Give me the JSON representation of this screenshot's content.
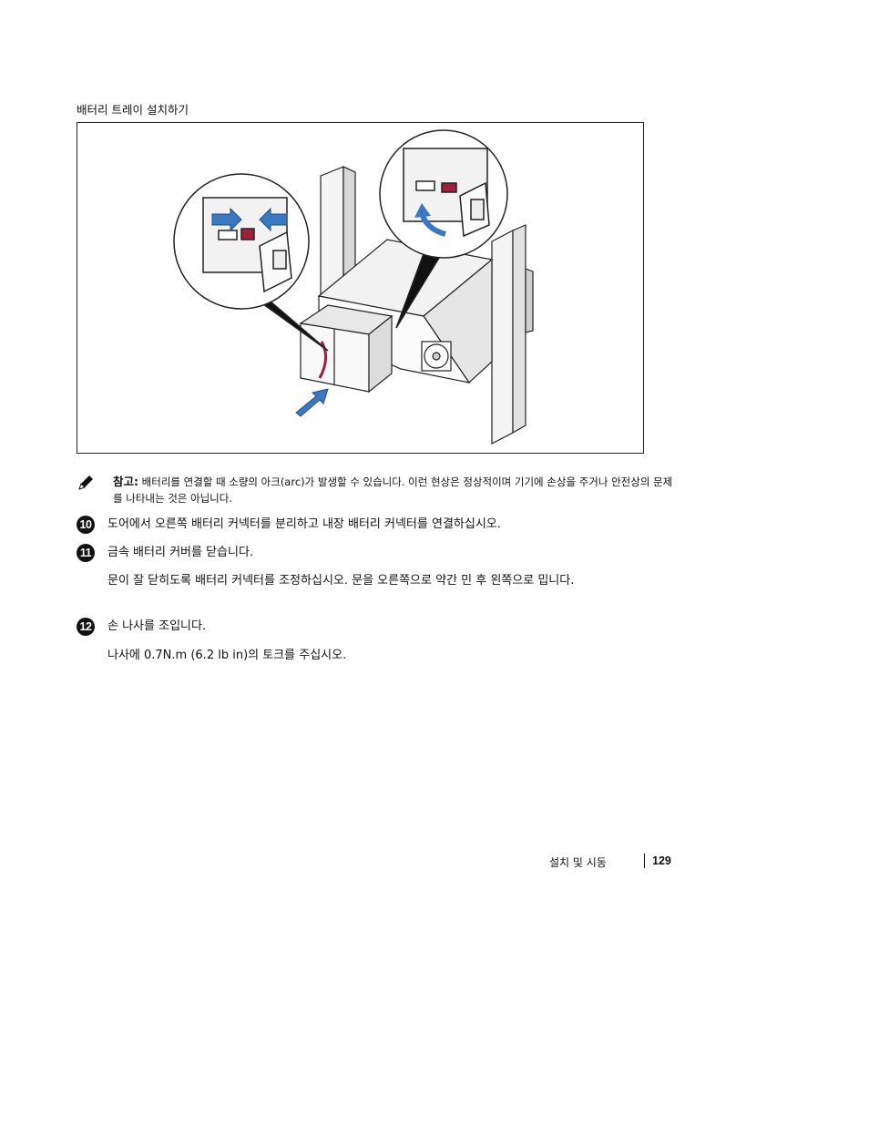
{
  "section_title": "배터리 트레이 설치하기",
  "note": {
    "icon": "pencil-note-icon",
    "label": "참고:",
    "text": "배터리를 연결할 때 소량의 아크(arc)가 발생할 수 있습니다. 이런 현상은 정상적이며 기기에 손상을 주거나 안전상의 문제를 나타내는 것은 아닙니다."
  },
  "steps": [
    {
      "number": "10",
      "text": "도어에서 오른쪽 배터리 커넥터를 분리하고 내장 배터리 커넥터를 연결하십시오."
    },
    {
      "number": "11",
      "text": "금속 배터리 커버를 닫습니다.",
      "detail": "문이 잘 닫히도록 배터리 커넥터를 조정하십시오. 문을 오른쪽으로 약간 민 후 왼쪽으로 밉니다."
    },
    {
      "number": "12",
      "text": "손 나사를 조입니다.",
      "detail": "나사에 0.7N.m (6.2 lb in)의 토크를 주십시오."
    }
  ],
  "footer": {
    "section": "설치 및 시동",
    "page_number": "129"
  },
  "colors": {
    "arrow_blue": "#3a78c2",
    "connector_red": "#a0203a"
  }
}
